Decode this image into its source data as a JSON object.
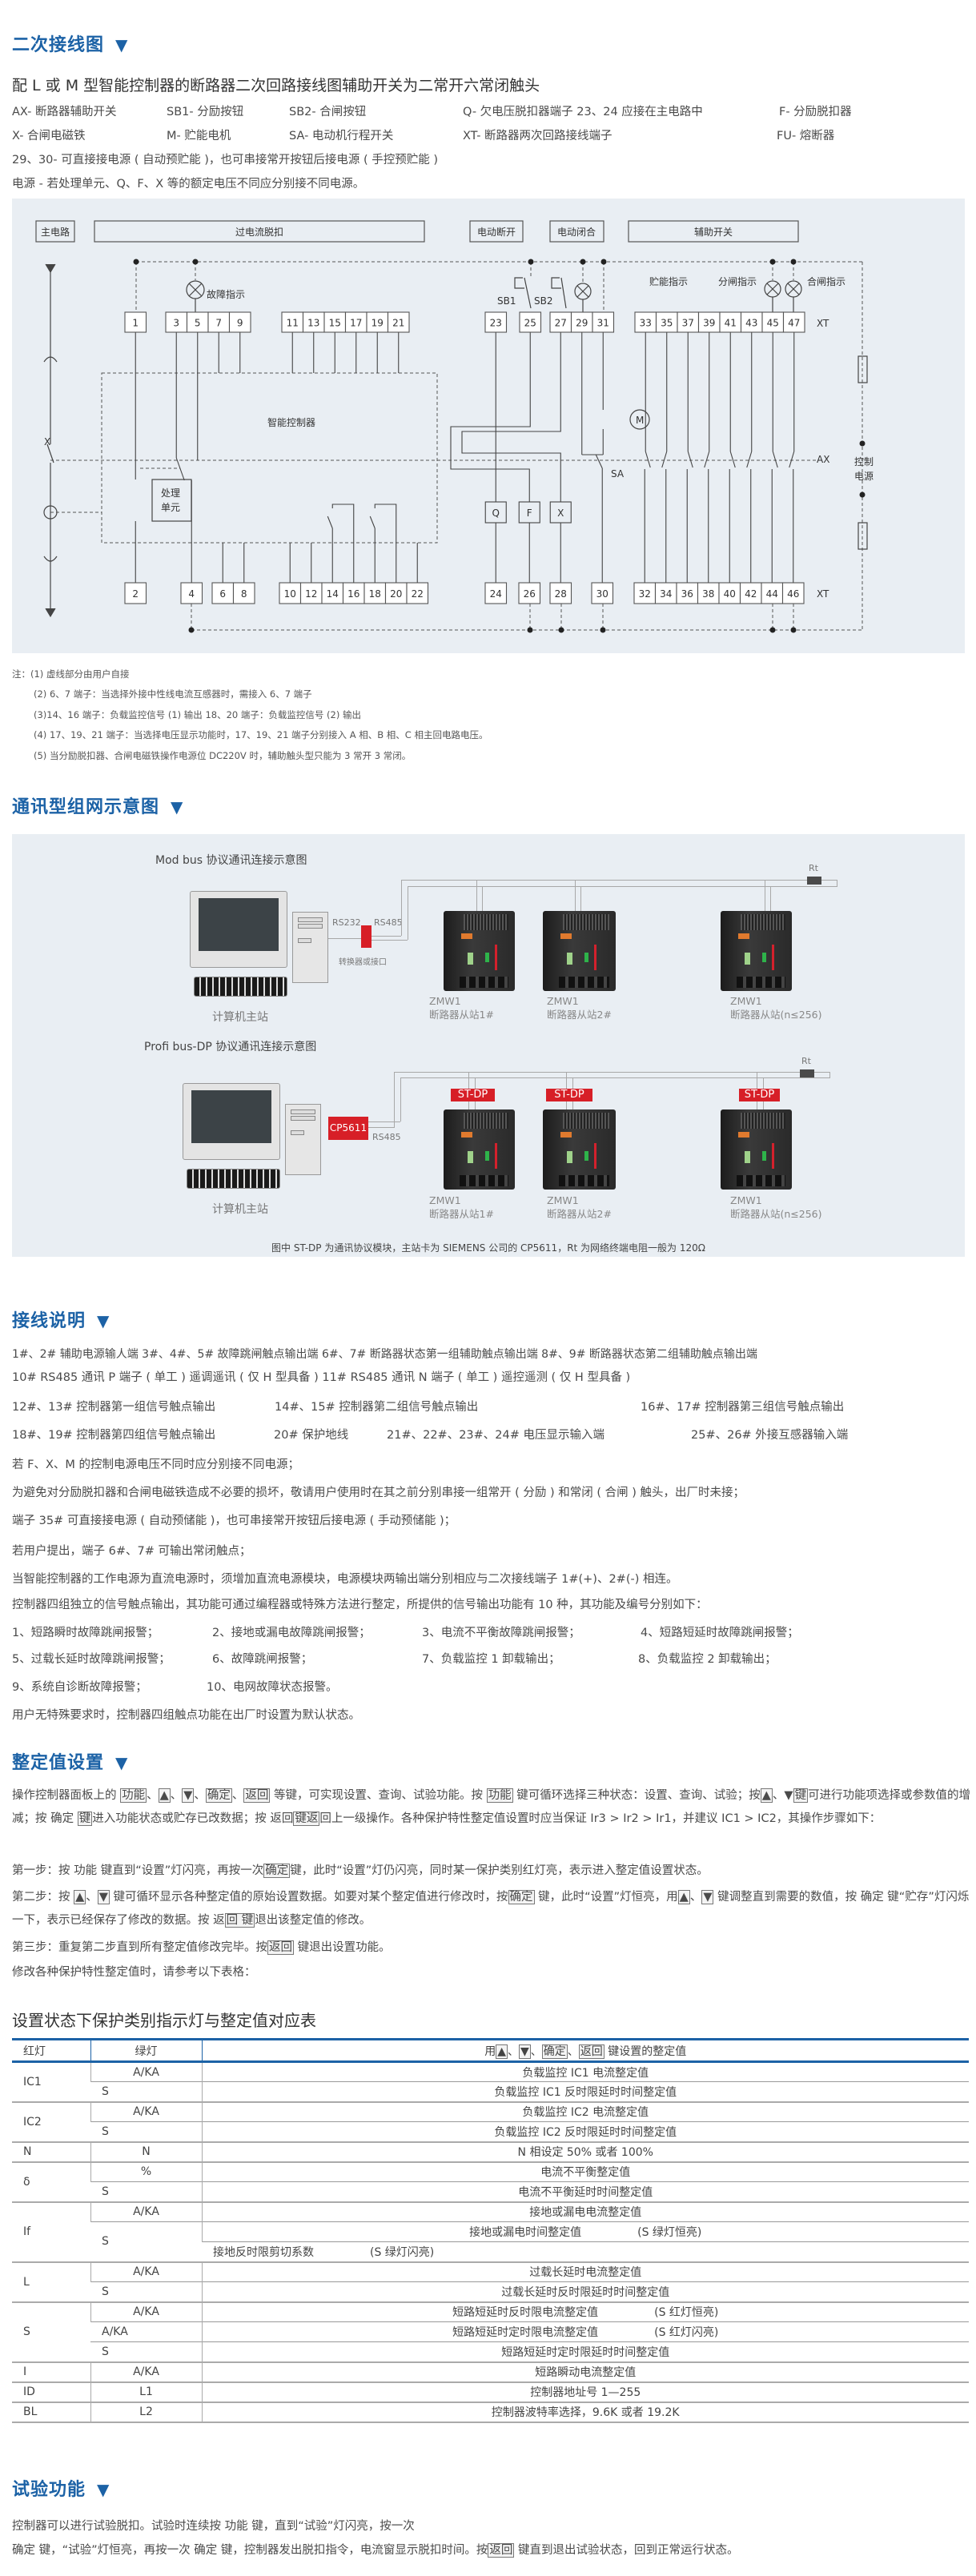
{
  "colors": {
    "heading": "#1c62a6",
    "panel": "#e9eef3",
    "accent_red": "#d71f27"
  },
  "sec1": {
    "heading": "二次接线图",
    "triangle": "▼",
    "title": "配 L 或 M 型智能控制器的断路器二次回路接线图辅助开关为二常开六常闭触头",
    "legend_row1": [
      "AX- 断路器辅助开关",
      "SB1- 分励按钮",
      "SB2- 合闸按钮",
      "Q- 欠电压脱扣器端子 23、24 应接在主电路中",
      "F- 分励脱扣器"
    ],
    "legend_row2": [
      "X- 合闸电磁铁",
      "M- 贮能电机",
      "SA- 电动机行程开关",
      "XT- 断路器两次回路接线端子",
      "FU- 熔断器"
    ],
    "line3": "29、30- 可直接接电源 ( 自动预贮能 )，也可串接常开按钮后接电源 ( 手控预贮能 )",
    "line4": "电源 - 若处理单元、Q、F、X 等的额定电压不同应分别接不同电源。"
  },
  "diagram": {
    "boxes": {
      "main": "主电路",
      "overcurrent": "过电流脱扣",
      "motor_open": "电动断开",
      "motor_close": "电动闭合",
      "aux": "辅助开关"
    },
    "fault_lamp": "故障指示",
    "store_lamp": "贮能指示",
    "open_lamp": "分闸指示",
    "close_lamp": "合闸指示",
    "controller": "智能控制器",
    "proc_unit_1": "处理",
    "proc_unit_2": "单元",
    "sb1": "SB1",
    "sb2": "SB2",
    "sa": "SA",
    "ax": "AX",
    "x": "X",
    "xt_top": "XT",
    "xt_bottom": "XT",
    "motor": "M",
    "q": "Q",
    "f": "F",
    "xcoil": "X",
    "power_1": "控制",
    "power_2": "电源",
    "top_terminals": [
      [
        "1"
      ],
      [
        "3",
        "5",
        "7",
        "9"
      ],
      [
        "11",
        "13",
        "15",
        "17",
        "19",
        "21"
      ],
      [
        "23"
      ],
      [
        "25"
      ],
      [
        "27",
        "29",
        "31"
      ],
      [
        "33",
        "35",
        "37",
        "39",
        "41",
        "43",
        "45",
        "47"
      ]
    ],
    "bottom_terminals": [
      [
        "2"
      ],
      [
        "4"
      ],
      [
        "6",
        "8"
      ],
      [
        "10",
        "12",
        "14",
        "16",
        "18",
        "20",
        "22"
      ],
      [
        "24"
      ],
      [
        "26"
      ],
      [
        "28"
      ],
      [
        "30"
      ],
      [
        "32",
        "34",
        "36",
        "38",
        "40",
        "42",
        "44",
        "46"
      ]
    ]
  },
  "notes": [
    "注：(1) 虚线部分由用户自接",
    "(2) 6、7 端子：当选择外接中性线电流互感器时，需接入 6、7 端子",
    "(3)14、16 端子：负载监控信号 (1) 输出  18、20 端子：负载监控信号 (2) 输出",
    "(4) 17、19、21 端子：当选择电压显示功能时，17、19、21 端子分别接入 A 相、B 相、C 相主回电路电压。",
    "(5) 当分励脱扣器、合闸电磁铁操作电源位 DC220V 时，辅助触头型只能为 3 常开 3 常闭。"
  ],
  "sec2": {
    "heading": "通讯型组网示意图",
    "modbus_title": "Mod bus 协议通讯连接示意图",
    "profibus_title": "Profi bus-DP 协议通讯连接示意图",
    "host": "计算机主站",
    "rs232": "RS232",
    "rs485": "RS485",
    "converter": "转换器或接口",
    "cp5611": "CP5611",
    "rt": "Rt",
    "stdp": "ST-DP",
    "model": "ZMW1",
    "slaves": [
      "断路器从站1#",
      "断路器从站2#",
      "断路器从站(n≤256)"
    ],
    "caption": "图中 ST-DP 为通讯协议模块，主站卡为 SIEMENS 公司的 CP5611，Rt 为网络终端电阻一般为 120Ω"
  },
  "sec3": {
    "heading": "接线说明",
    "l1": "1#、2# 辅助电源输人端   3#、4#、5#  故障跳闸触点输出端   6#、7#  断路器状态第一组辅助触点输出端   8#、9#  断路器状态第二组辅助触点输出端",
    "l2": "10# RS485 通讯 P 端子 ( 单工 ) 遥调遥讯 ( 仅 H 型具备 )      11# RS485 通讯 N 端子 ( 单工 ) 遥控遥测 ( 仅 H 型具备 )",
    "l3": [
      "12#、13# 控制器第一组信号触点输出",
      "14#、15# 控制器第二组信号触点输出",
      "16#、17# 控制器第三组信号触点输出"
    ],
    "l4": [
      "18#、19# 控制器第四组信号触点输出",
      "20# 保护地线",
      "21#、22#、23#、24# 电压显示输入端",
      "25#、26# 外接互感器输入端"
    ],
    "l5": "若 F、X、M 的控制电源电压不同时应分别接不同电源；",
    "l6": "为避免对分励脱扣器和合闸电磁铁造成不必要的损坏，敬请用户使用时在其之前分别串接一组常开 ( 分励 ) 和常闭 ( 合闸 ) 触头，出厂时未接；",
    "l7": "端子 35# 可直接接电源 ( 自动预储能 )，也可串接常开按钮后接电源 ( 手动预储能 )；",
    "l8": "若用户提出，端子 6#、7# 可输出常闭触点；",
    "l9": "当智能控制器的工作电源为直流电源时，须增加直流电源模块，电源模块两输出端分别相应与二次接线端子 1#(+)、2#(-) 相连。",
    "l10": "控制器四组独立的信号触点输出，其功能可通过编程器或特殊方法进行整定，所提供的信号输出功能有 10 种，其功能及编号分别如下：",
    "alarms": [
      "1、短路瞬时故障跳闸报警；",
      "2、接地或漏电故障跳闸报警；",
      "3、电流不平衡故障跳闸报警；",
      "4、短路短延时故障跳闸报警；",
      "5、过载长延时故障跳闸报警；",
      "6、故障跳闸报警；",
      "7、负载监控 1 卸载输出；",
      "8、负载监控 2 卸载输出；",
      "9、系统自诊断故障报警；",
      "10、电网故障状态报警。"
    ],
    "l11": "用户无特殊要求时，控制器四组触点功能在出厂时设置为默认状态。"
  },
  "sec4": {
    "heading": "整定值设置",
    "p1": [
      {
        "t": "操作控制器面板上的 "
      },
      {
        "t": "功能",
        "k": 1
      },
      {
        "t": "、"
      },
      {
        "t": "▲",
        "k": 1
      },
      {
        "t": "、"
      },
      {
        "t": "▼",
        "k": 1
      },
      {
        "t": "、"
      },
      {
        "t": "确定",
        "k": 1
      },
      {
        "t": "、"
      },
      {
        "t": "返回",
        "k": 1
      },
      {
        "t": " 等键，可实现设置、查询、试验功能。按 "
      },
      {
        "t": "功能",
        "k": 1
      },
      {
        "t": " 键可循环选择三种状态：设置、查询、试验；按"
      },
      {
        "t": "▲",
        "k": 1
      },
      {
        "t": "、▼"
      },
      {
        "t": "键",
        "k": 1
      },
      {
        "t": "可进行功能项选择或参数值的增减；按 确定 "
      },
      {
        "t": "键",
        "k": 1
      },
      {
        "t": "进入功能状态或贮存已改数据；按 返回"
      },
      {
        "t": "键返",
        "k": 1
      },
      {
        "t": "回上一级操作。各种保护特性整定值设置时应当保证 Ir3 > Ir2 > Ir1，并建议 IC1 > IC2，其操作步骤如下："
      }
    ],
    "step1": [
      {
        "t": "第一步：按 功能 键直到“设置”灯闪亮，再按一次"
      },
      {
        "t": "确定",
        "k": 1
      },
      {
        "t": "键，此时“设置”灯仍闪亮，同时某一保护类别红灯亮，表示进入整定值设置状态。"
      }
    ],
    "step2": [
      {
        "t": "第二步：按 "
      },
      {
        "t": "▲",
        "k": 1
      },
      {
        "t": "、"
      },
      {
        "t": "▼",
        "k": 1
      },
      {
        "t": " 键可循环显示各种整定值的原始设置数据。如要对某个整定值进行修改时，按"
      },
      {
        "t": "确定",
        "k": 1
      },
      {
        "t": " 键，此时“设置”灯恒亮，用"
      },
      {
        "t": "▲",
        "k": 1
      },
      {
        "t": "、"
      },
      {
        "t": "▼",
        "k": 1
      },
      {
        "t": " 键调整直到需要的数值，按 确定 键“贮存”灯闪烁一下，表示已经保存了修改的数据。按 返"
      },
      {
        "t": "回 键",
        "k": 1
      },
      {
        "t": "退出该整定值的修改。"
      }
    ],
    "step3": [
      {
        "t": "第三步：重复第二步直到所有整定值修改完毕。按"
      },
      {
        "t": "返回",
        "k": 1
      },
      {
        "t": " 键退出设置功能。"
      }
    ],
    "ref": "修改各种保护特性整定值时，请参考以下表格："
  },
  "table": {
    "title": "设置状态下保护类别指示灯与整定值对应表",
    "col_red": "红灯",
    "col_green": "绿灯",
    "col_value": [
      {
        "t": "用"
      },
      {
        "t": "▲",
        "k": 1
      },
      {
        "t": "、"
      },
      {
        "t": "▼",
        "k": 1
      },
      {
        "t": "、"
      },
      {
        "t": "确定",
        "k": 1
      },
      {
        "t": "、"
      },
      {
        "t": "返回",
        "k": 1
      },
      {
        "t": " 键设置的整定值"
      }
    ],
    "groups": [
      {
        "red": "IC1",
        "rows": [
          {
            "green": "A/KA",
            "descs": [
              {
                "text": "负载监控 IC1 电流整定值"
              }
            ]
          },
          {
            "green": "S",
            "descs": [
              {
                "text": "负载监控 IC1 反时限延时时间整定值"
              }
            ]
          }
        ]
      },
      {
        "red": "IC2",
        "rows": [
          {
            "green": "A/KA",
            "descs": [
              {
                "text": "负载监控 IC2 电流整定值"
              }
            ]
          },
          {
            "green": "S",
            "descs": [
              {
                "text": "负载监控 IC2 反时限延时时间整定值"
              }
            ]
          }
        ]
      },
      {
        "red": "N",
        "rows": [
          {
            "green": "N",
            "descs": [
              {
                "text": "N 相设定 50% 或者 100%"
              }
            ]
          }
        ]
      },
      {
        "red": "δ",
        "rows": [
          {
            "green": "%",
            "descs": [
              {
                "text": "电流不平衡整定值"
              }
            ]
          },
          {
            "green": "S",
            "descs": [
              {
                "text": "电流不平衡延时时间整定值"
              }
            ]
          }
        ]
      },
      {
        "red": "If",
        "rows": [
          {
            "green": "A/KA",
            "descs": [
              {
                "text": "接地或漏电电流整定值"
              }
            ]
          },
          {
            "green": "S",
            "descs": [
              {
                "text": "接地或漏电时间整定值",
                "note": "(S 绿灯恒亮)"
              },
              {
                "text": "接地反时限剪切系数",
                "note": "(S 绿灯闪亮)"
              }
            ]
          }
        ]
      },
      {
        "red": "L",
        "rows": [
          {
            "green": "A/KA",
            "descs": [
              {
                "text": "过载长延时电流整定值"
              }
            ]
          },
          {
            "green": "S",
            "descs": [
              {
                "text": "过载长延时反时限延时时间整定值"
              }
            ]
          }
        ]
      },
      {
        "red": "S",
        "rows": [
          {
            "green": "A/KA",
            "descs": [
              {
                "text": "短路短延时反时限电流整定值",
                "note": "(S 红灯恒亮)"
              }
            ]
          },
          {
            "green": "A/KA",
            "descs": [
              {
                "text": "短路短延时定时限电流整定值",
                "note": "(S 红灯闪亮)"
              }
            ]
          },
          {
            "green": "S",
            "descs": [
              {
                "text": "短路短延时定时限延时时间整定值"
              }
            ]
          }
        ]
      },
      {
        "red": "I",
        "rows": [
          {
            "green": "A/KA",
            "descs": [
              {
                "text": "短路瞬动电流整定值"
              }
            ]
          }
        ]
      },
      {
        "red": "ID",
        "rows": [
          {
            "green": "L1",
            "descs": [
              {
                "text": "控制器地址号 1—255"
              }
            ]
          }
        ]
      },
      {
        "red": "BL",
        "rows": [
          {
            "green": "L2",
            "descs": [
              {
                "text": "控制器波特率选择，9.6K 或者 19.2K"
              }
            ]
          }
        ]
      }
    ]
  },
  "sec5": {
    "heading": "试验功能",
    "l1": "控制器可以进行试验脱扣。试验时连续按 功能 键，直到“试验”灯闪亮，按一次",
    "l2": [
      {
        "t": "确定 键，“试验”灯恒亮，再按一次 确定 键，控制器发出脱扣指令，电流窗显示脱扣时间。按"
      },
      {
        "t": "返回",
        "k": 1
      },
      {
        "t": " 键直到退出试验状态，回到正常运行状态。"
      }
    ]
  }
}
